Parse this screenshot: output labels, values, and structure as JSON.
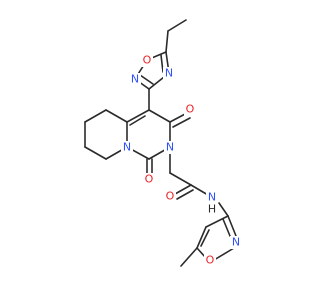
{
  "molecule": {
    "colors": {
      "bond": "#2b2b2b",
      "oxygen": "#e8242a",
      "nitrogen": "#3050f8",
      "hydrogen": "#2b2b2b",
      "background": "#ffffff"
    },
    "atoms": {
      "O_ox1": "O",
      "N_ox4": "N",
      "N_ox2": "N",
      "O_c3": "O",
      "N_2": "N",
      "N_9": "N",
      "O_c1": "O",
      "O_amide": "O",
      "N_amide": "N",
      "H_amide": "H",
      "O_isox": "O",
      "N_isox": "N"
    }
  }
}
